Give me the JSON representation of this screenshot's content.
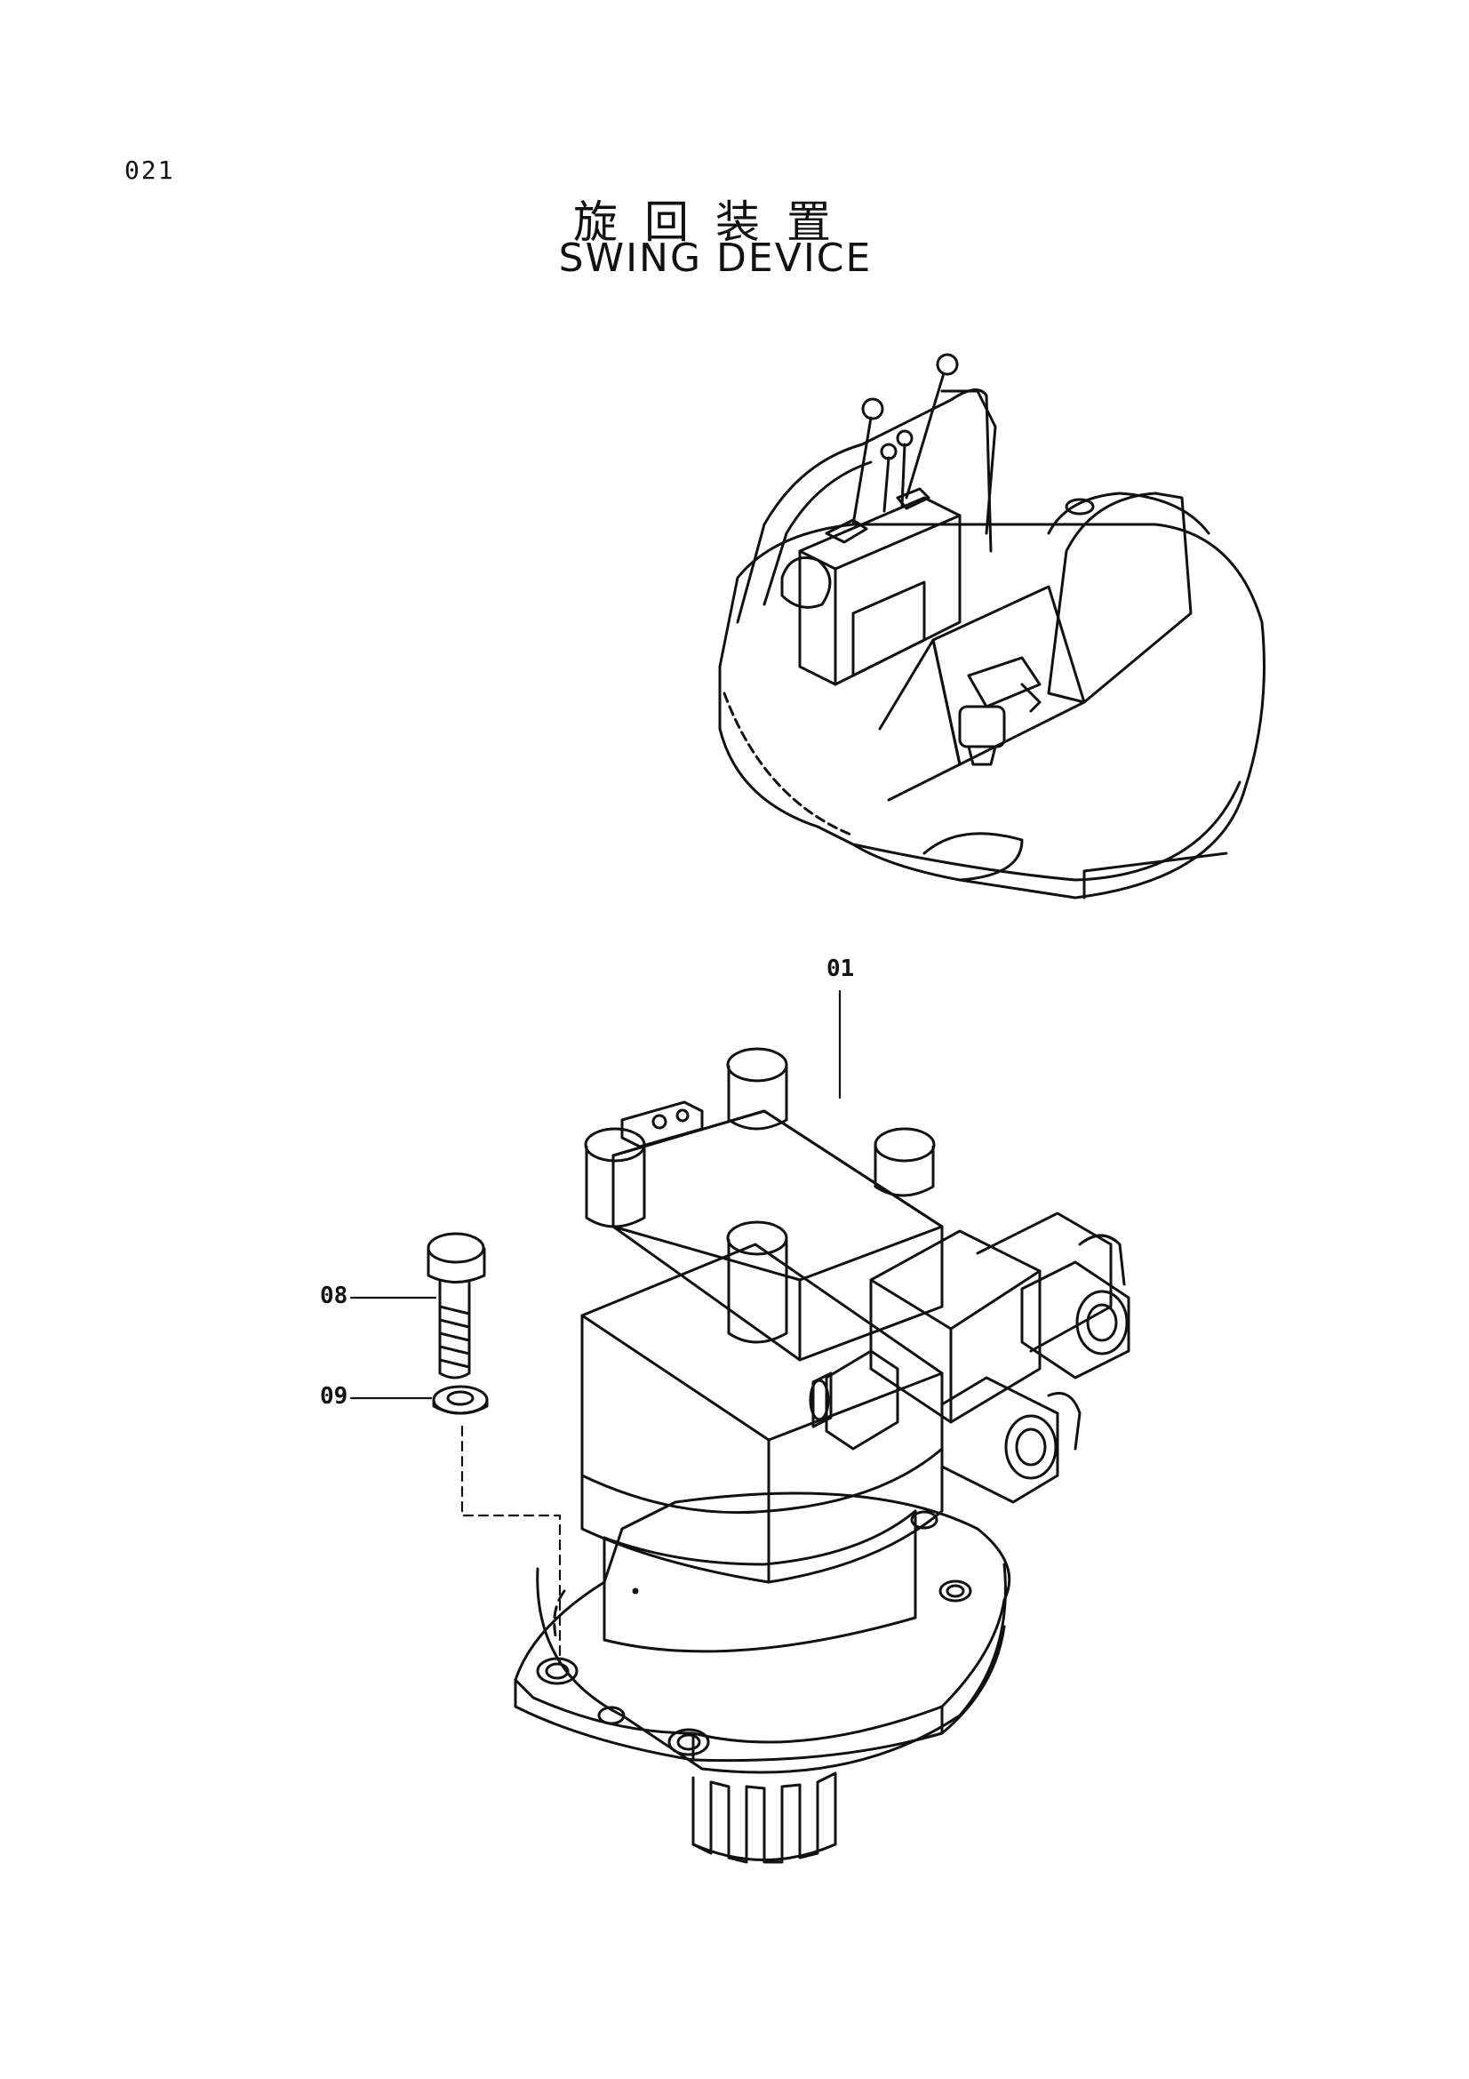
{
  "header": {
    "page_number": "021",
    "title_jp": "旋回装置",
    "title_en": "SWING DEVICE"
  },
  "callouts": [
    {
      "id": "part-01",
      "label": "01"
    },
    {
      "id": "part-08",
      "label": "08"
    },
    {
      "id": "part-09",
      "label": "09"
    }
  ]
}
